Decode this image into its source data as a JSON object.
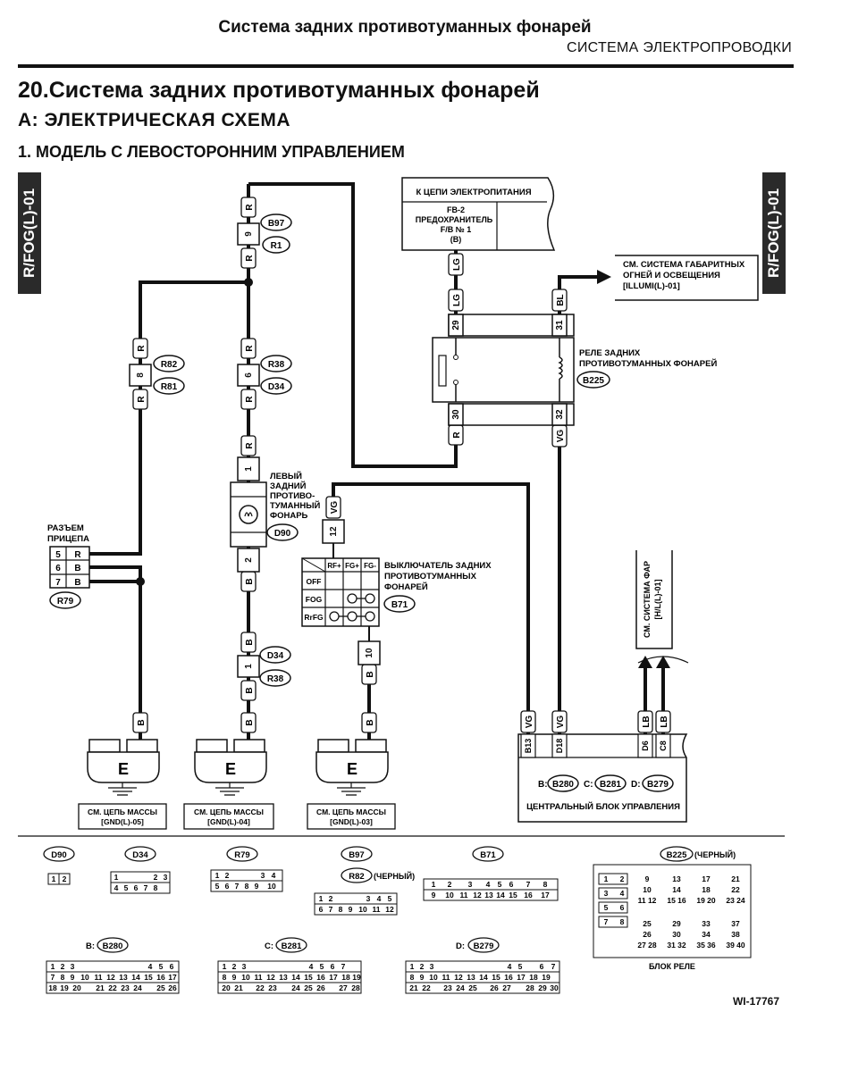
{
  "header": {
    "title": "Система задних противотуманных фонарей",
    "subtitle": "СИСТЕМА ЭЛЕКТРОПРОВОДКИ"
  },
  "section": {
    "title": "20.Система задних противотуманных фонарей",
    "sub_a": "A:  ЭЛЕКТРИЧЕСКАЯ СХЕМА",
    "sub_1": "1.  МОДЕЛЬ С ЛЕВОСТОРОННИМ УПРАВЛЕНИЕМ"
  },
  "side_tabs": {
    "left": "R/FOG(L)-01",
    "right": "R/FOG(L)-01"
  },
  "power": {
    "header": "К ЦЕПИ ЭЛЕКТРОПИТАНИЯ",
    "fuse_line1": "FB-2",
    "fuse_line2": "ПРЕДОХРАНИТЕЛЬ",
    "fuse_line3": "F/B № 1",
    "fuse_line4": "(B)"
  },
  "illumi_ref": {
    "line1": "СМ. СИСТЕМА ГАБАРИТНЫХ",
    "line2": "ОГНЕЙ И ОСВЕЩЕНИЯ",
    "line3": "[ILLUMI(L)-01]"
  },
  "relay": {
    "line1": "РЕЛЕ ЗАДНИХ",
    "line2": "ПРОТИВОТУМАННЫХ ФОНАРЕЙ",
    "connector": "B225",
    "pins": [
      "29",
      "31",
      "30",
      "32"
    ]
  },
  "wires": {
    "R": "R",
    "LG": "LG",
    "BL": "BL",
    "VG": "VG",
    "B": "B",
    "LB": "LB"
  },
  "connectors": {
    "B97": "B97",
    "R1": "R1",
    "R82": "R82",
    "R81": "R81",
    "R38": "R38",
    "D34": "D34",
    "D90": "D90",
    "R79": "R79",
    "B71": "B71",
    "B280": "B280",
    "B281": "B281",
    "B279": "B279",
    "B225": "B225"
  },
  "pins": {
    "p9": "9",
    "p8": "8",
    "p6": "6",
    "p1": "1",
    "p2": "2",
    "p12": "12",
    "p10": "10",
    "b13": "B13",
    "d18": "D18",
    "d6": "D6",
    "c8": "C8"
  },
  "lamp": {
    "line1": "ЛЕВЫЙ",
    "line2": "ЗАДНИЙ",
    "line3": "ПРОТИВО-",
    "line4": "ТУМАННЫЙ",
    "line5": "ФОНАРЬ"
  },
  "trailer": {
    "line1": "РАЗЪЕМ",
    "line2": "ПРИЦЕПА",
    "rows": [
      {
        "pin": "5",
        "wire": "R"
      },
      {
        "pin": "6",
        "wire": "B"
      },
      {
        "pin": "7",
        "wire": "B"
      }
    ]
  },
  "switch": {
    "line1": "ВЫКЛЮЧАТЕЛЬ ЗАДНИХ",
    "line2": "ПРОТИВОТУМАННЫХ",
    "line3": "ФОНАРЕЙ",
    "cols": [
      "RF+",
      "FG+",
      "FG-"
    ],
    "rows": [
      "OFF",
      "FOG",
      "RrFG"
    ]
  },
  "headlamp_ref": {
    "line1": "СМ. СИСТЕМА ФАР",
    "line2": "[H/L(L)-01]"
  },
  "ecu": {
    "b_label": "B:",
    "c_label": "C:",
    "d_label": "D:",
    "name": "ЦЕНТРАЛЬНЫЙ БЛОК УПРАВЛЕНИЯ"
  },
  "grounds": {
    "symbol": "E",
    "left": {
      "line1": "СМ. ЦЕПЬ МАССЫ",
      "line2": "[GND(L)-05]"
    },
    "middle": {
      "line1": "СМ. ЦЕПЬ МАССЫ",
      "line2": "[GND(L)-04]"
    },
    "right": {
      "line1": "СМ. ЦЕПЬ МАССЫ",
      "line2": "[GND(L)-03]"
    }
  },
  "legend": {
    "black": "(ЧЕРНЫЙ)",
    "relay_block": "БЛОК РЕЛЕ",
    "b_prefix": "B:",
    "c_prefix": "C:",
    "d_prefix": "D:"
  },
  "doc_id": "WI-17767"
}
